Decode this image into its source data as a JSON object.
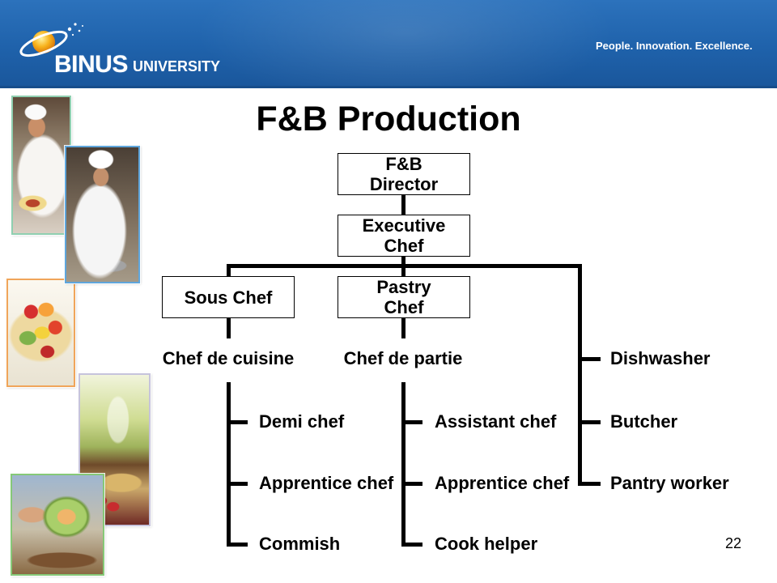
{
  "header": {
    "logo_name": "BINUS",
    "logo_subname": "UNIVERSITY",
    "tagline": "People. Innovation. Excellence.",
    "logo_icon": "globe-orbit-icon"
  },
  "slide": {
    "title": "F&B Production",
    "page_number": "22"
  },
  "org_chart": {
    "director": "F&B Director",
    "executive_chef": "Executive Chef",
    "branches": [
      {
        "head": "Sous Chef",
        "lead": "Chef de cuisine",
        "staff": [
          "Demi chef",
          "Apprentice chef",
          "Commish"
        ]
      },
      {
        "head": "Pastry Chef",
        "lead": "Chef de partie",
        "staff": [
          "Assistant chef",
          "Apprentice chef",
          "Cook helper"
        ]
      },
      {
        "staff": [
          "Dishwasher",
          "Butcher",
          "Pantry worker"
        ]
      }
    ]
  },
  "theme": {
    "header_blue": "#1f62ab",
    "line_color": "#000000",
    "box_border": "#000000"
  }
}
